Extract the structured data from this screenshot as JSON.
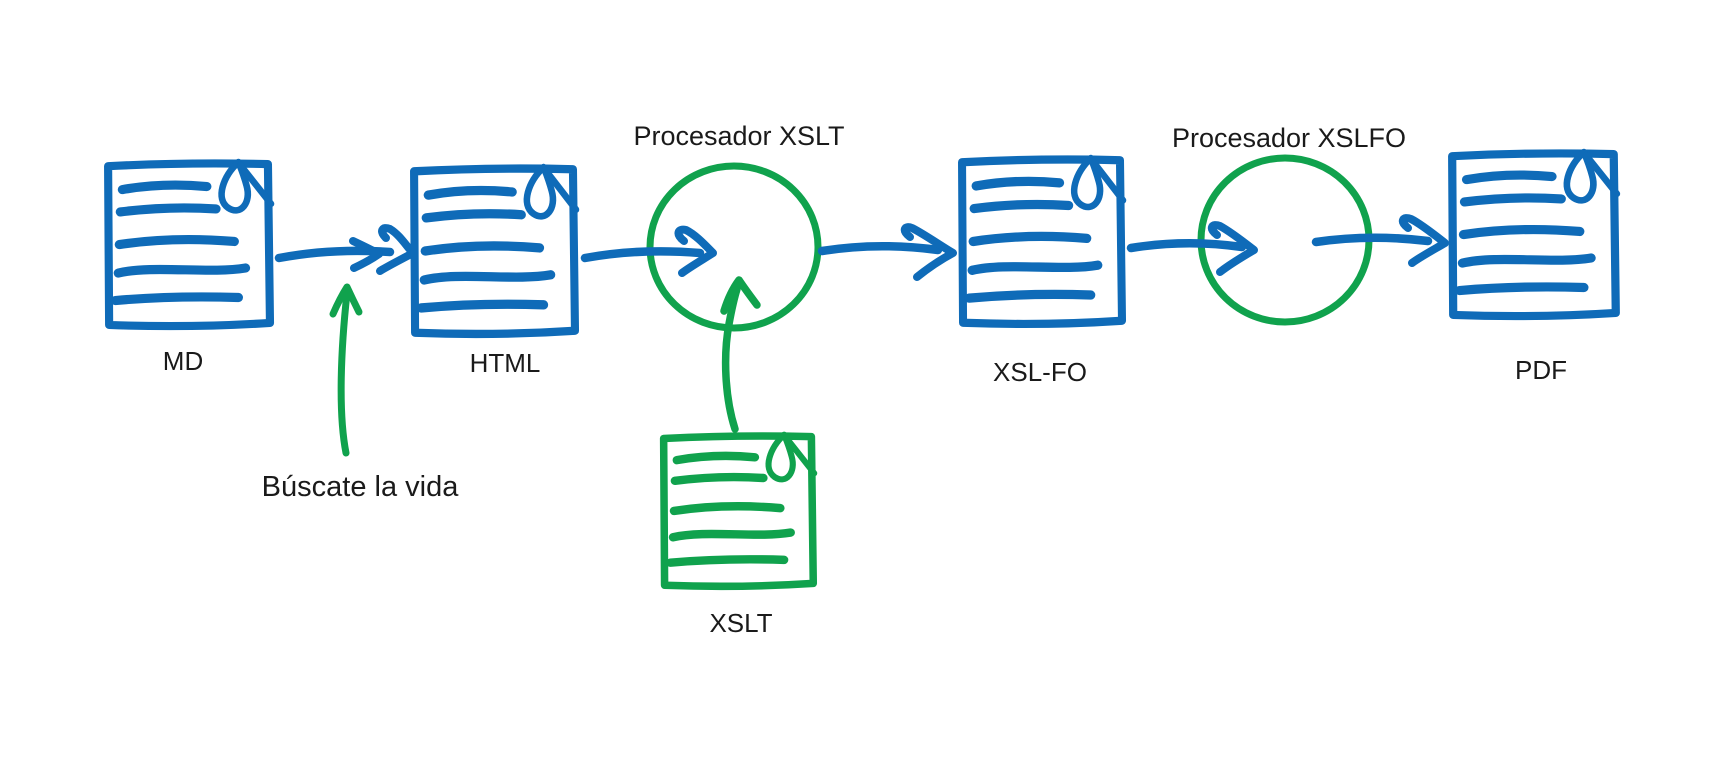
{
  "colors": {
    "document_blue": "#0f6bb8",
    "process_green": "#10a24d",
    "label_text": "#1a1a1a",
    "background": "#ffffff"
  },
  "diagram": {
    "type": "flowchart",
    "style": "hand-drawn",
    "nodes": [
      {
        "id": "md",
        "label": "MD",
        "shape": "document",
        "color": "blue"
      },
      {
        "id": "html",
        "label": "HTML",
        "shape": "document",
        "color": "blue"
      },
      {
        "id": "procesador_xslt",
        "label": "Procesador XSLT",
        "shape": "process-circle",
        "color": "green"
      },
      {
        "id": "xsl_fo",
        "label": "XSL-FO",
        "shape": "document",
        "color": "blue"
      },
      {
        "id": "procesador_xslfo",
        "label": "Procesador XSLFO",
        "shape": "process-circle",
        "color": "green"
      },
      {
        "id": "pdf",
        "label": "PDF",
        "shape": "document",
        "color": "blue"
      },
      {
        "id": "xslt",
        "label": "XSLT",
        "shape": "document",
        "color": "green"
      }
    ],
    "edges": [
      {
        "from": "md",
        "to": "html",
        "style": "arrow",
        "color": "blue"
      },
      {
        "from": "html",
        "to": "procesador_xslt",
        "style": "arrow",
        "color": "blue"
      },
      {
        "from": "procesador_xslt",
        "to": "xsl_fo",
        "style": "arrow",
        "color": "blue"
      },
      {
        "from": "xsl_fo",
        "to": "procesador_xslfo",
        "style": "arrow",
        "color": "blue"
      },
      {
        "from": "procesador_xslfo",
        "to": "pdf",
        "style": "arrow",
        "color": "blue"
      },
      {
        "from": "xslt",
        "to": "procesador_xslt",
        "style": "arrow",
        "color": "green"
      }
    ],
    "annotation": {
      "label": "Búscate la vida",
      "points_to": "md_to_html_arrow",
      "color": "green"
    }
  }
}
